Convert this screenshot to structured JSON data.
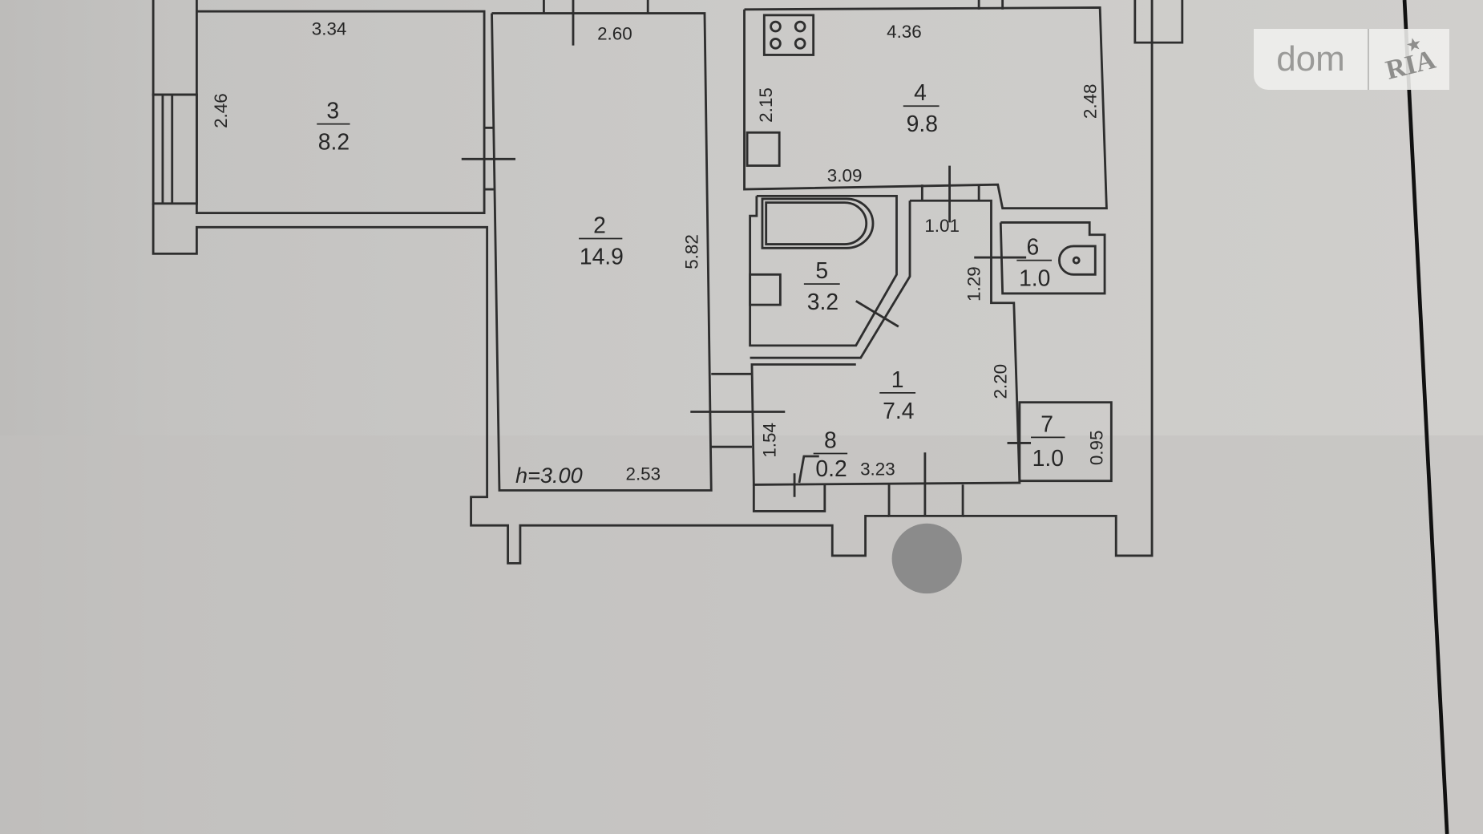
{
  "logo": {
    "left": "dom",
    "right": "RIA"
  },
  "ceiling_height": "h=3.00",
  "rooms": [
    {
      "number": "1",
      "area": "7.4"
    },
    {
      "number": "2",
      "area": "14.9"
    },
    {
      "number": "3",
      "area": "8.2"
    },
    {
      "number": "4",
      "area": "9.8"
    },
    {
      "number": "5",
      "area": "3.2"
    },
    {
      "number": "6",
      "area": "1.0"
    },
    {
      "number": "7",
      "area": "1.0"
    },
    {
      "number": "8",
      "area": "0.2"
    }
  ],
  "dimensions": {
    "r3_width": "3.34",
    "r3_height": "2.46",
    "r2_width_top": "2.60",
    "r2_height": "5.82",
    "r2_width_bottom": "2.53",
    "r4_width": "4.36",
    "r4_left": "2.15",
    "r4_right": "2.48",
    "r4_bottom": "3.09",
    "r1_top": "1.01",
    "r1_right_upper": "1.29",
    "r1_right_lower": "2.20",
    "r1_left": "1.54",
    "r1_bottom": "3.23",
    "r7_height": "0.95"
  }
}
